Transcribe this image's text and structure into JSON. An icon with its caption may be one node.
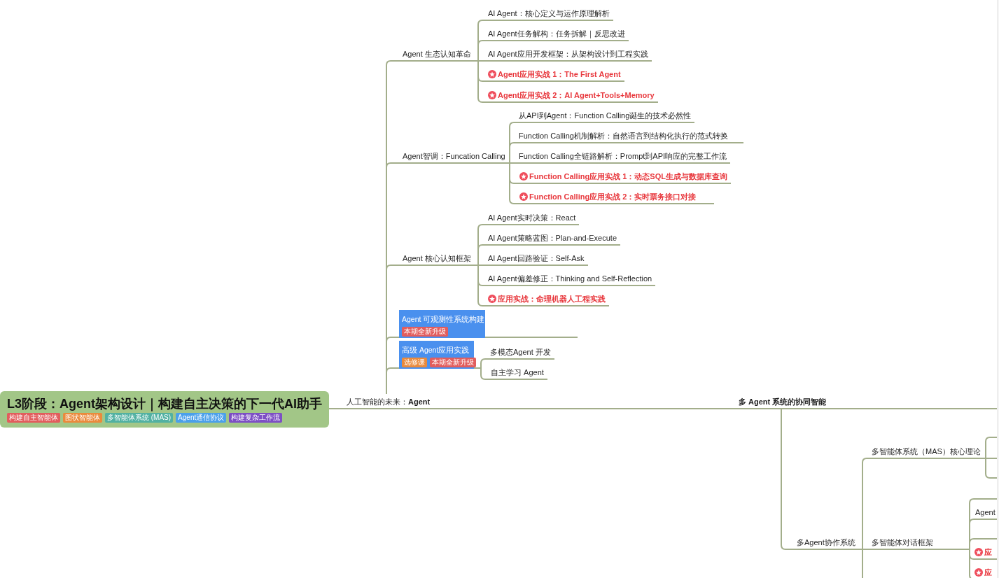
{
  "diagram": {
    "nodes": [
      {
        "text": [
          "L3阶段：Agent架构设计｜构建自主决策的下一代AI助手",
          "构建自主智能体",
          "图状智能体",
          "多智能体系统 (MAS)",
          "Agent通信协议",
          "构建复杂工作流"
        ]
      },
      {
        "text": [
          "人工智能的未来：**Agent**"
        ]
      },
      {
        "text": [
          "Agent 生态认知革命"
        ]
      },
      {
        "text": [
          "AI Agent：核心定义与运作原理解析"
        ]
      },
      {
        "text": [
          "AI Agent任务解构：任务拆解｜反思改进"
        ]
      },
      {
        "text": [
          "AI Agent应用开发框架：从架构设计到工程实践"
        ]
      },
      {
        "text": [
          "Agent应用实战 1：The First Agent"
        ]
      },
      {
        "text": [
          "Agent应用实战 2：AI Agent+Tools+Memory"
        ]
      },
      {
        "text": [
          "Agent智调：Funcation Calling"
        ]
      },
      {
        "text": [
          "从API到Agent：Function Calling诞生的技术必然性"
        ]
      },
      {
        "text": [
          "Function Calling机制解析：自然语言到结构化执行的范式转换"
        ]
      },
      {
        "text": [
          "Function Calling全链路解析：Prompt到API响应的完整工作流"
        ]
      },
      {
        "text": [
          "Function Calling应用实战 1：动态SQL生成与数据库查询"
        ]
      },
      {
        "text": [
          "Function Calling应用实战 2：实时票务接口对接"
        ]
      },
      {
        "text": [
          "Agent 核心认知框架"
        ]
      },
      {
        "text": [
          "AI Agent实时决策：React"
        ]
      },
      {
        "text": [
          "AI Agent策略蓝图：Plan-and-Execute"
        ]
      },
      {
        "text": [
          "AI Agent回路验证：Self-Ask"
        ]
      },
      {
        "text": [
          "AI Agent偏差修正：Thinking and Self-Reflection"
        ]
      },
      {
        "text": [
          "应用实战：命理机器人工程实践"
        ]
      },
      {
        "text": [
          "Agent 可观测性系统构建",
          "本期全新升级"
        ]
      },
      {
        "text": [],
        "shape": "bar"
      },
      {
        "text": [
          "高级 Agent应用实践",
          "选修课",
          "本期全新升级"
        ]
      },
      {
        "text": [
          "多模态Agent 开发"
        ]
      },
      {
        "text": [
          "自主学习 Agent"
        ]
      },
      {
        "text": [
          "多 Agent 系统的协同智能"
        ]
      },
      {
        "text": [
          "多Agent协作系统"
        ]
      },
      {
        "text": [
          "多智能体系统（MAS）核心理论"
        ]
      },
      {
        "text": [],
        "shape": "bar"
      },
      {
        "text": [],
        "shape": "bar"
      },
      {
        "text": [],
        "shape": "bar"
      },
      {
        "text": [
          "多智能体对话框架"
        ]
      },
      {
        "text": [],
        "shape": "bar"
      },
      {
        "text": [
          "Agent"
        ]
      },
      {
        "text": [],
        "shape": "bar"
      },
      {
        "text": [
          "应"
        ]
      },
      {
        "text": [
          "应"
        ]
      }
    ],
    "edges": [
      {
        "from": 0,
        "to": 1,
        "arrow": "none"
      },
      {
        "from": 0,
        "to": 25,
        "arrow": "none"
      },
      {
        "from": 0,
        "to": null,
        "arrow": "none"
      },
      {
        "from": 1,
        "to": 2,
        "arrow": "none"
      },
      {
        "from": 1,
        "to": 8,
        "arrow": "none"
      },
      {
        "from": 1,
        "to": 14,
        "arrow": "none"
      },
      {
        "from": 1,
        "to": 20,
        "arrow": "none"
      },
      {
        "from": 1,
        "to": 22,
        "arrow": "none"
      },
      {
        "from": 2,
        "to": 3,
        "arrow": "none"
      },
      {
        "from": 2,
        "to": 4,
        "arrow": "none"
      },
      {
        "from": 2,
        "to": 5,
        "arrow": "none"
      },
      {
        "from": 2,
        "to": 6,
        "arrow": "none"
      },
      {
        "from": 2,
        "to": 7,
        "arrow": "none"
      },
      {
        "from": 8,
        "to": 9,
        "arrow": "none"
      },
      {
        "from": 8,
        "to": 10,
        "arrow": "none"
      },
      {
        "from": 8,
        "to": 11,
        "arrow": "none"
      },
      {
        "from": 8,
        "to": 12,
        "arrow": "none"
      },
      {
        "from": 8,
        "to": 13,
        "arrow": "none"
      },
      {
        "from": 14,
        "to": 15,
        "arrow": "none"
      },
      {
        "from": 14,
        "to": 16,
        "arrow": "none"
      },
      {
        "from": 14,
        "to": 17,
        "arrow": "none"
      },
      {
        "from": 14,
        "to": 18,
        "arrow": "none"
      },
      {
        "from": 14,
        "to": 19,
        "arrow": "none"
      },
      {
        "from": 20,
        "to": 21,
        "arrow": "none"
      },
      {
        "from": 22,
        "to": 23,
        "arrow": "none"
      },
      {
        "from": 22,
        "to": 24,
        "arrow": "none"
      },
      {
        "from": 25,
        "to": 26,
        "arrow": "none"
      },
      {
        "from": 26,
        "to": 27,
        "arrow": "none"
      },
      {
        "from": 26,
        "to": 31,
        "arrow": "none"
      },
      {
        "from": 26,
        "to": null,
        "arrow": "none"
      },
      {
        "from": 27,
        "to": 28,
        "arrow": "none"
      },
      {
        "from": 27,
        "to": 29,
        "arrow": "none"
      },
      {
        "from": 27,
        "to": 30,
        "arrow": "none"
      },
      {
        "from": 31,
        "to": 32,
        "arrow": "none"
      },
      {
        "from": 31,
        "to": 33,
        "arrow": "none"
      },
      {
        "from": 31,
        "to": 34,
        "arrow": "none"
      },
      {
        "from": 31,
        "to": 35,
        "arrow": "none"
      },
      {
        "from": 31,
        "to": 36,
        "arrow": "none"
      }
    ]
  }
}
